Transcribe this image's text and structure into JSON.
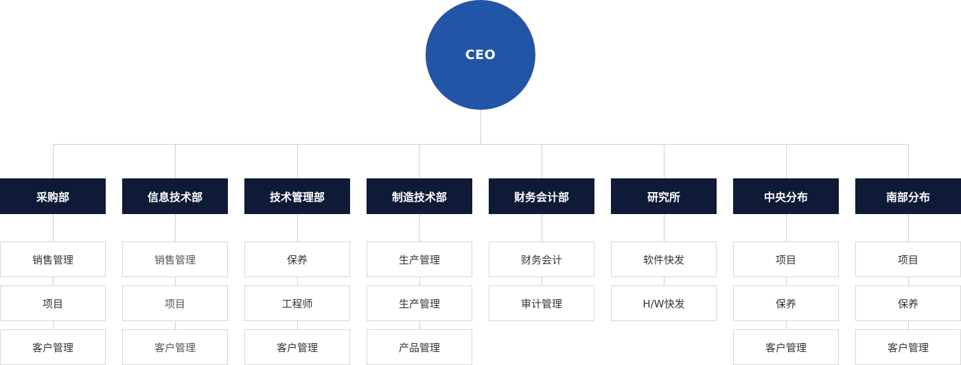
{
  "root": {
    "label": "CEO"
  },
  "departments": [
    {
      "name": "采购部",
      "items": [
        "销售管理",
        "项目",
        "客户管理"
      ]
    },
    {
      "name": "信息技术部",
      "items": [
        "销售管理",
        "项目",
        "客户管理"
      ]
    },
    {
      "name": "技术管理部",
      "items": [
        "保养",
        "工程师",
        "客户管理"
      ]
    },
    {
      "name": "制造技术部",
      "items": [
        "生产管理",
        "生产管理",
        "产品管理"
      ]
    },
    {
      "name": "财务会计部",
      "items": [
        "财务会计",
        "审计管理"
      ]
    },
    {
      "name": "研究所",
      "items": [
        "软件快发",
        "H/W快发"
      ]
    },
    {
      "name": "中央分布",
      "items": [
        "项目",
        "保养",
        "客户管理"
      ]
    },
    {
      "name": "南部分布",
      "items": [
        "项目",
        "保养",
        "客户管理"
      ]
    }
  ]
}
